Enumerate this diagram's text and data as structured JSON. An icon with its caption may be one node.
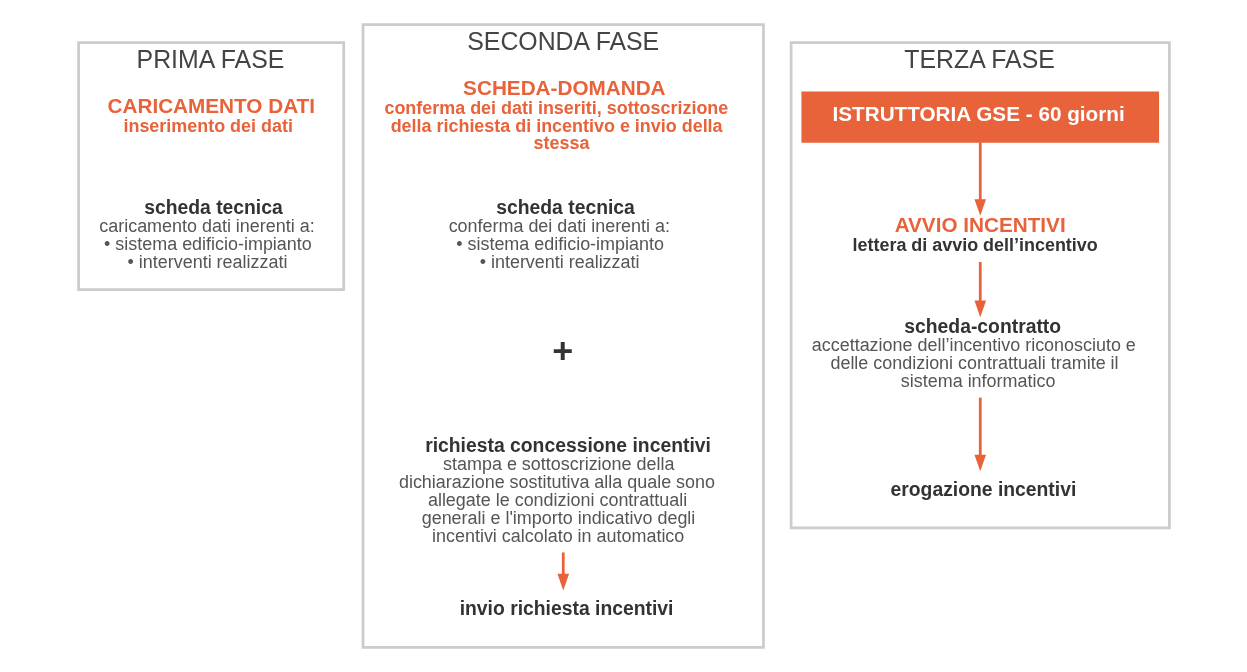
{
  "diagram": {
    "nodes": [
      {
        "text": [
          "PRIMA FASE"
        ]
      },
      {
        "text": [
          "CARICAMENTO DATI",
          "inserimento dei dati"
        ],
        "in": 0
      },
      {
        "text": [
          "scheda tecnica",
          "caricamento dati inerenti a:",
          "• sistema edificio-impianto",
          "• interventi realizzati"
        ],
        "in": 0
      },
      {
        "text": [
          "SECONDA FASE"
        ]
      },
      {
        "text": [
          "SCHEDA-DOMANDA",
          "conferma dei dati inseriti, sottoscrizione della richiesta di incentivo e invio della stessa"
        ],
        "in": 3
      },
      {
        "text": [
          "scheda tecnica",
          "conferma dei dati inerenti a:",
          "• sistema edificio-impianto",
          "• interventi realizzati"
        ],
        "in": 3
      },
      {
        "text": [
          "richiesta concessione incentivi",
          "stampa e sottoscrizione della dichiarazione sostitutiva alla quale sono allegate le condizioni contrattuali generali e l'importo indicativo degli incentivi calcolato in automatico"
        ],
        "in": 3
      },
      {
        "text": [
          "invio richiesta incentivi"
        ],
        "in": 3
      },
      {
        "text": [
          "TERZA FASE"
        ]
      },
      {
        "text": [
          "ISTRUTTORIA GSE - 60 giorni"
        ],
        "in": 8
      },
      {
        "text": [
          "AVVIO INCENTIVI",
          "lettera di avvio dell’incentivo"
        ],
        "in": 8
      },
      {
        "text": [
          "scheda-contratto",
          "accettazione dell’incentivo riconosciuto e delle condizioni contrattuali tramite il sistema informatico"
        ],
        "in": 8
      },
      {
        "text": [
          "erogazione incentivi"
        ],
        "in": 8
      }
    ],
    "edges": [
      {
        "from": 6,
        "to": 7,
        "arrow": "to"
      },
      {
        "from": 9,
        "to": 10,
        "arrow": "to"
      },
      {
        "from": 10,
        "to": 11,
        "arrow": "to"
      },
      {
        "from": 11,
        "to": 12,
        "arrow": "to"
      }
    ],
    "labels": [
      "+"
    ]
  }
}
